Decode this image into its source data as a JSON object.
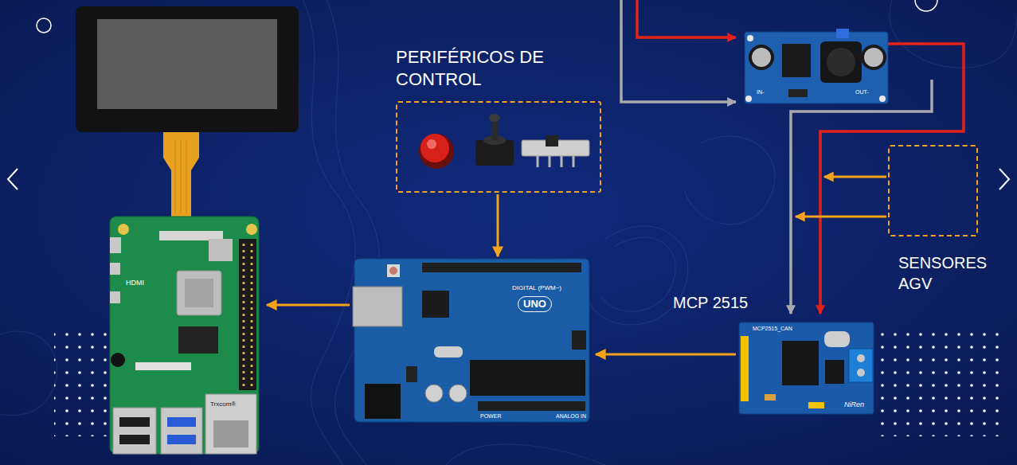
{
  "diagram": {
    "nodes": [
      {
        "text": [
          "PERIFÉRICOS DE CONTROL"
        ]
      },
      {
        "text": [
          "SENSORES AGV"
        ]
      },
      {
        "text": [
          "HDMI"
        ]
      },
      {
        "text": [
          "UNO",
          "DIGITAL (PWM~)",
          "POWER",
          "ANALOG IN"
        ]
      },
      {
        "text": [
          "MCP 2515",
          "MCP2515_CAN",
          "NiRen"
        ]
      }
    ],
    "edges": [
      {
        "from": 0,
        "to": 3,
        "arrow": "to"
      },
      {
        "from": 3,
        "to": 2,
        "arrow": "to"
      },
      {
        "from": 4,
        "to": 3,
        "arrow": "to"
      }
    ],
    "labels": [
      "IN-",
      "OUT-",
      "Trxcom®"
    ]
  }
}
